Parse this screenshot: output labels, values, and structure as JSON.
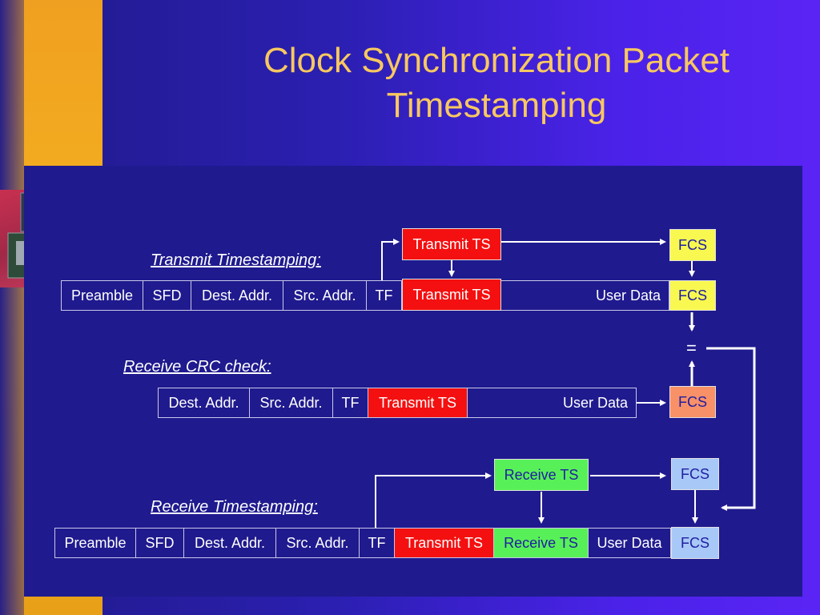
{
  "title": "Clock Synchronization Packet Timestamping",
  "transmit": {
    "label": "Transmit Timestamping:",
    "fields": [
      "Preamble",
      "SFD",
      "Dest. Addr.",
      "Src. Addr.",
      "TF",
      "",
      "User Data"
    ],
    "ts_top": "Transmit TS",
    "ts_inline": "Transmit TS",
    "fcs_top": "FCS",
    "fcs_inline": "FCS"
  },
  "crc": {
    "label": "Receive CRC check:",
    "fields": [
      "Dest. Addr.",
      "Src. Addr.",
      "TF",
      "Transmit TS",
      "User Data"
    ],
    "fcs": "FCS",
    "equals": "="
  },
  "receive": {
    "label": "Receive Timestamping:",
    "fields": [
      "Preamble",
      "SFD",
      "Dest. Addr.",
      "Src. Addr.",
      "TF",
      "Transmit TS",
      "Receive TS",
      "User Data"
    ],
    "ts_top": "Receive TS",
    "fcs_top": "FCS",
    "fcs_inline": "FCS"
  }
}
